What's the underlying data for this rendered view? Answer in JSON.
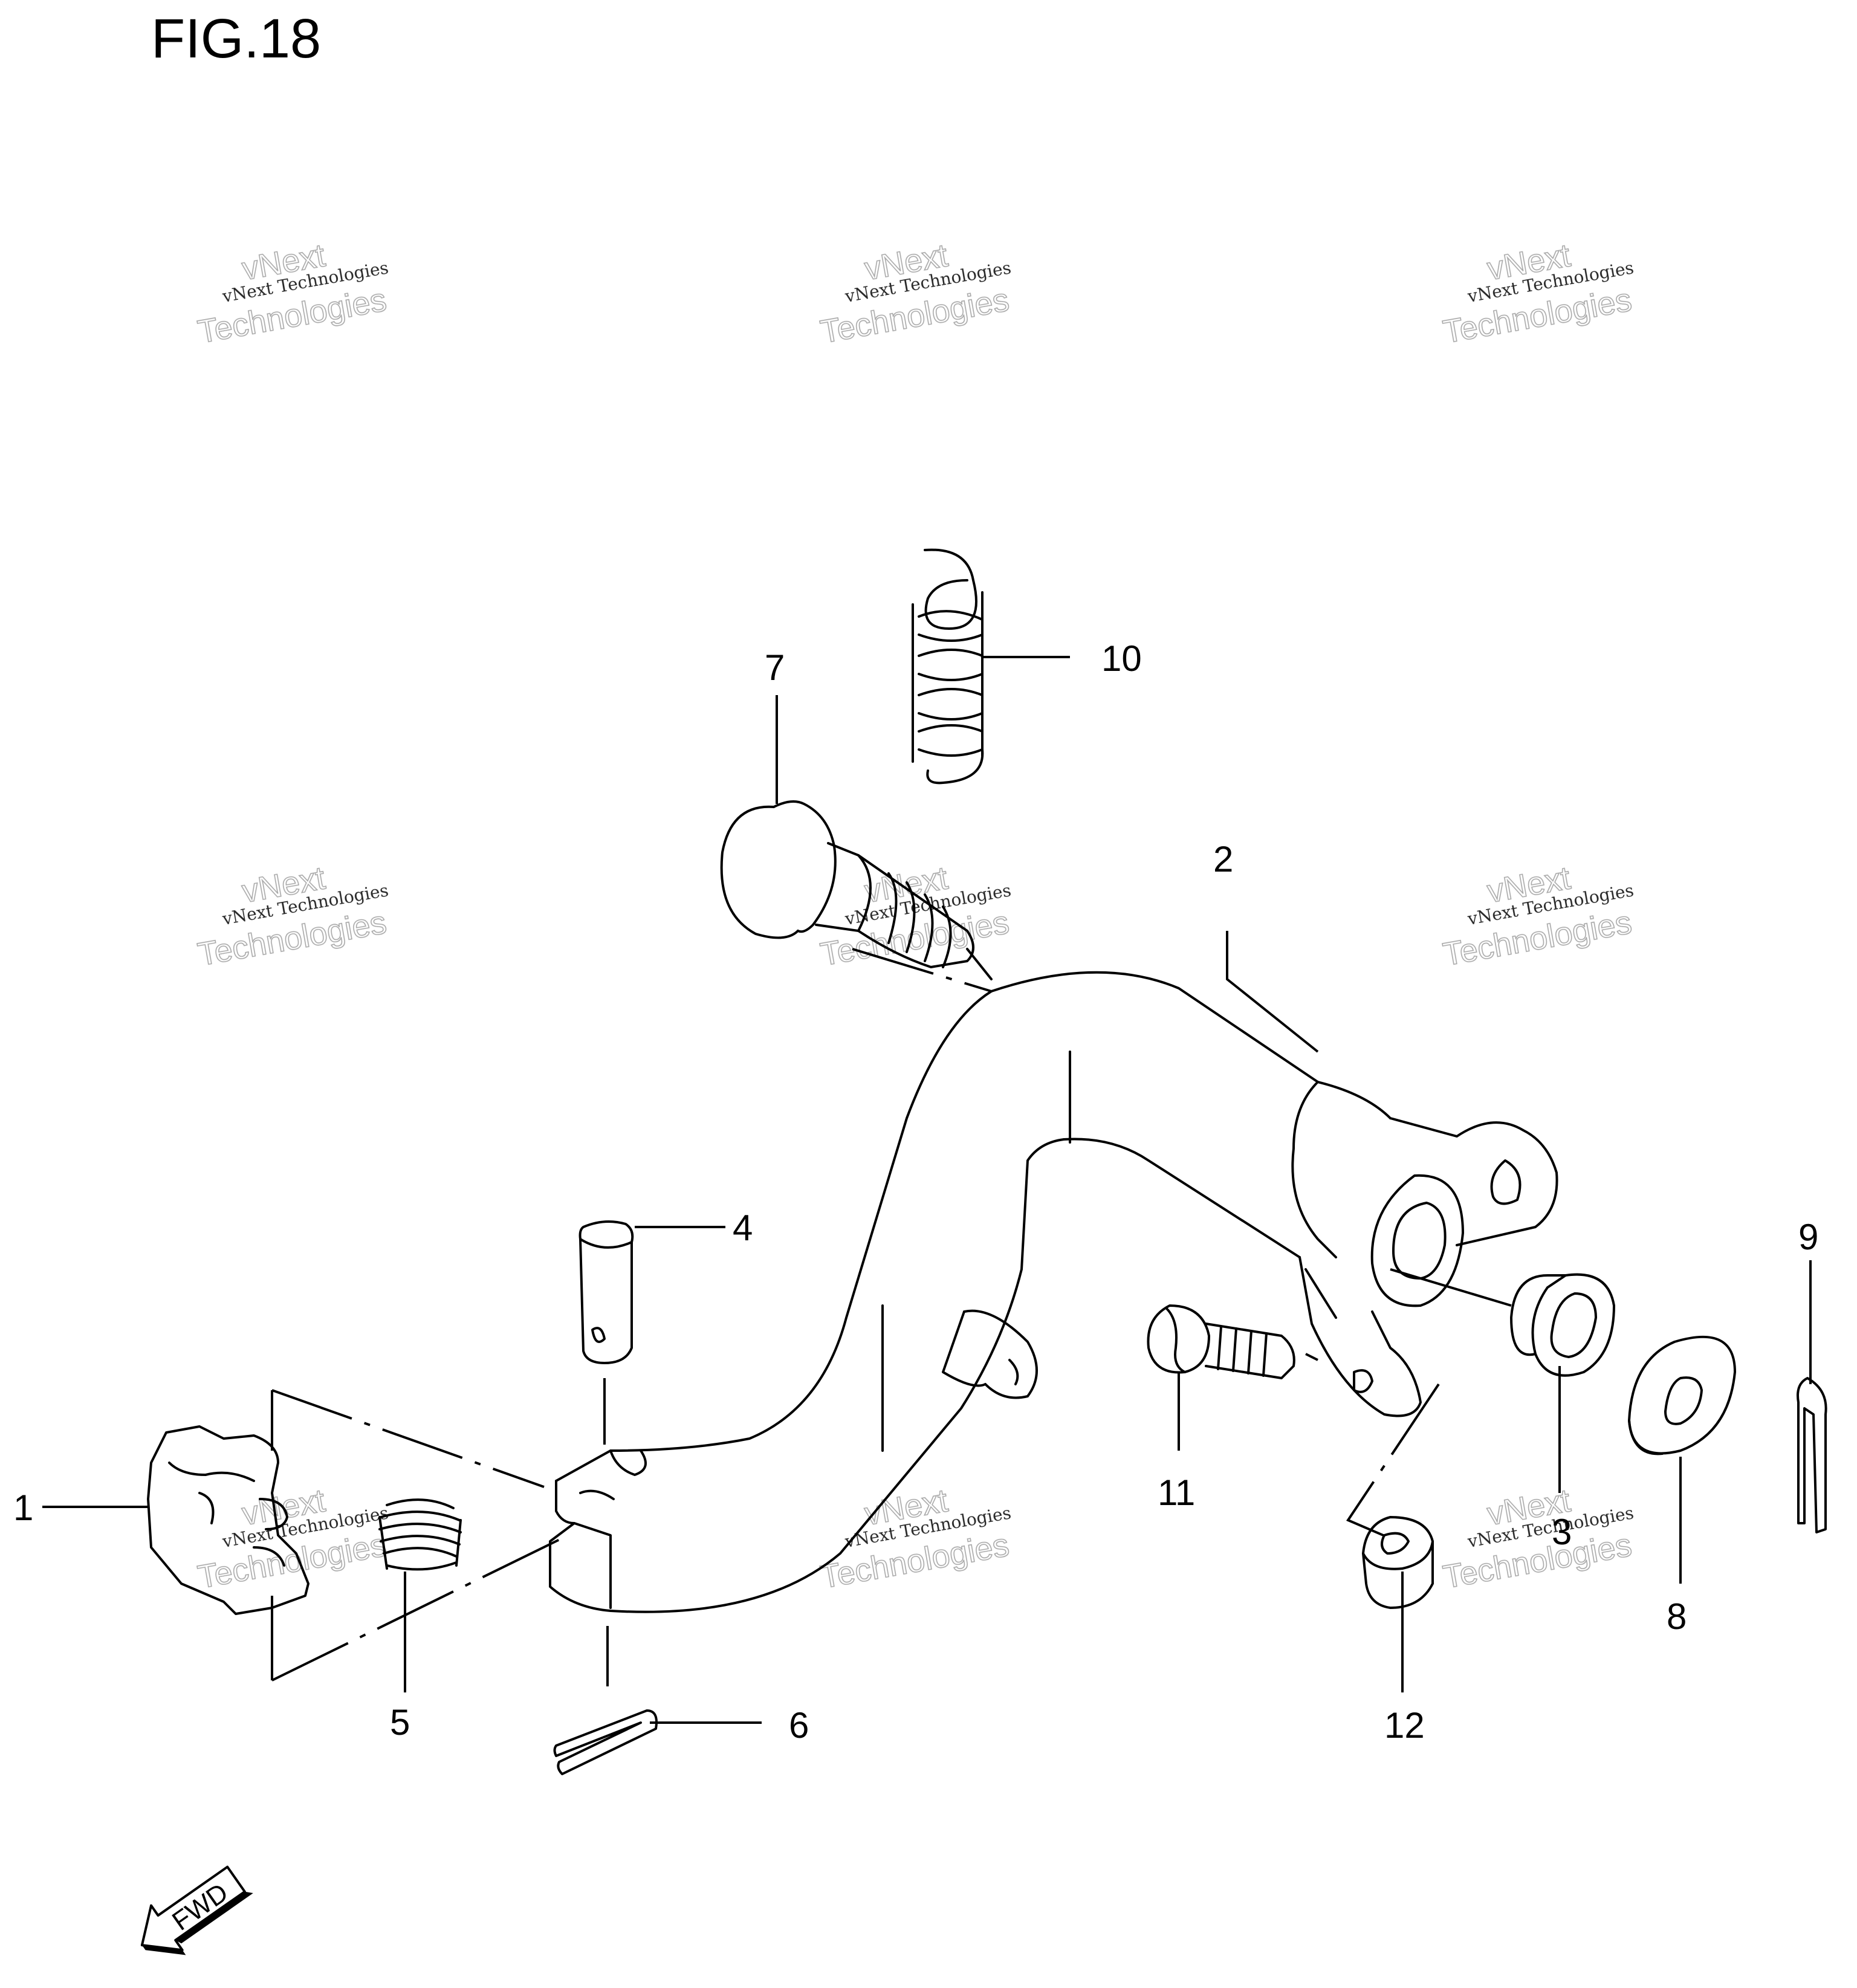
{
  "figure_title": "FIG.18",
  "callouts": [
    "1",
    "2",
    "3",
    "4",
    "5",
    "6",
    "7",
    "8",
    "9",
    "10",
    "11",
    "12"
  ],
  "watermark": {
    "line1": "vNext Technologies",
    "line2a": "vNext",
    "line2b": "Technologies"
  },
  "fwd_label": "FWD"
}
